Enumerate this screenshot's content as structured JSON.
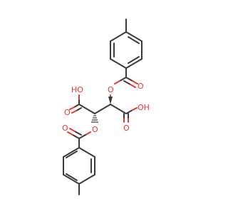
{
  "molecule": {
    "atom_labels": {
      "ester_o_upper": "O",
      "carbonyl_o_upper": "O",
      "acid_oh_left": "HO",
      "acid_o_left": "O",
      "acid_oh_right": "OH",
      "acid_o_right": "O",
      "ester_o_lower": "O",
      "carbonyl_o_lower": "O"
    },
    "colors": {
      "bond": "#3a3a3a",
      "oxygen": "#e8372f",
      "background": "#ffffff"
    }
  }
}
